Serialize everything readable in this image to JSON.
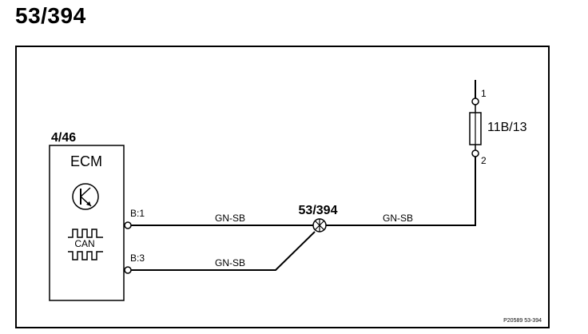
{
  "page_title": "53/394",
  "ecm": {
    "component_id": "4/46",
    "label": "ECM",
    "can_label": "CAN",
    "pins": {
      "top": "B:1",
      "bottom": "B:3"
    }
  },
  "fuse": {
    "component_id": "11B/13",
    "pin_top": "1",
    "pin_bottom": "2"
  },
  "splice": {
    "component_id": "53/394"
  },
  "wires": {
    "ecm_to_splice_top": "GN-SB",
    "ecm_to_splice_bottom": "GN-SB",
    "splice_to_fuse": "GN-SB"
  },
  "figure_ref": "P20589 53-394"
}
